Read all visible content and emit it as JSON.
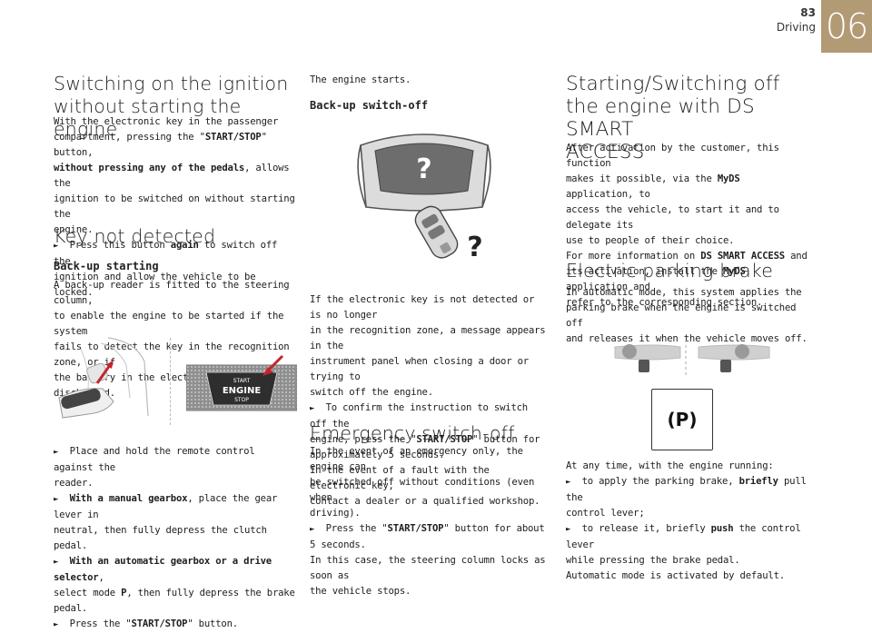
{
  "header": {
    "page_number": "83",
    "section": "Driving",
    "chapter": "06"
  },
  "col1": {
    "h_ignition_1": "Switching on the ignition",
    "h_ignition_2": "without starting the engine",
    "p1": [
      "With the electronic key in the passenger",
      "compartment, pressing the \"",
      "START/STOP",
      "\" button,",
      "without pressing any of the pedals",
      ", allows the",
      "ignition to be switched on without starting the",
      "engine."
    ],
    "p2": [
      "Press this button ",
      "again",
      " to switch off the",
      "ignition and allow the vehicle to be locked."
    ],
    "h_key": "Key not detected",
    "h_backup": "Back-up starting",
    "p3": [
      "A back-up reader is fitted to the steering column,",
      "to enable the engine to be started if the system",
      "fails to detect the key in the recognition zone, or if",
      "the battery in the electronic key is discharged."
    ],
    "button_text": [
      "START",
      "ENGINE",
      "STOP"
    ],
    "p4": [
      "Place and hold the remote control against the",
      "reader."
    ],
    "p5": [
      "With a manual gearbox",
      ", place the gear lever in",
      "neutral, then fully depress the clutch pedal."
    ],
    "p6": [
      "With an automatic gearbox or a drive selector",
      ",",
      "select mode ",
      "P",
      ", then fully depress the brake pedal."
    ],
    "p7": [
      "Press the \"",
      "START/STOP",
      "\" button."
    ]
  },
  "col2": {
    "p_starts": "The engine starts.",
    "h_switchoff": "Back-up switch-off",
    "p1": [
      "If the electronic key is not detected or is no longer",
      "in the recognition zone, a message appears in the",
      "instrument panel when closing a door or trying to",
      "switch off the engine."
    ],
    "p2": [
      "To confirm the instruction to switch off the",
      "engine, press the \"",
      "START/STOP",
      "\" button for",
      "approximately 5 seconds."
    ],
    "p3": [
      "In the event of a fault with the electronic key,",
      "contact a dealer or a qualified workshop."
    ],
    "h_emergency": "Emergency switch-off",
    "p4": [
      "In the event of an emergency only, the engine can",
      "be switched off without conditions (even when",
      "driving)."
    ],
    "p5": [
      "Press the \"",
      "START/STOP",
      "\" button for about",
      "5 seconds."
    ],
    "p6": [
      "In this case, the steering column locks as soon as",
      "the vehicle stops."
    ]
  },
  "col3": {
    "h_smart_1": "Starting/Switching off",
    "h_smart_2": "the engine with DS SMART",
    "h_smart_3": "ACCESS",
    "p1": [
      "After activation by the customer, this function",
      "makes it possible, via the ",
      "MyDS",
      " application, to",
      "access the vehicle, to start it and to delegate its",
      "use to people of their choice."
    ],
    "p2": [
      "For more information on ",
      "DS SMART ACCESS",
      " and",
      "its activation, install the ",
      "MyDS",
      " application and",
      "refer to the corresponding section."
    ],
    "h_epb": "Electric parking brake",
    "p3": [
      "In automatic mode, this system applies the",
      "parking brake when the engine is switched off",
      "and releases it when the vehicle moves off."
    ],
    "p_symbol": "(P)",
    "p4": [
      "At any time, with the engine running:"
    ],
    "p5": [
      "to apply the parking brake, ",
      "briefly",
      " pull the",
      "control lever;"
    ],
    "p6": [
      "to release it, briefly ",
      "push",
      " the control lever",
      "while pressing the brake pedal."
    ],
    "p7": [
      "Automatic mode is activated by default."
    ]
  },
  "glyphs": {
    "arrow": "►",
    "question": "?"
  },
  "colors": {
    "tab": "#b29a74",
    "arrow_red": "#c0262c"
  }
}
